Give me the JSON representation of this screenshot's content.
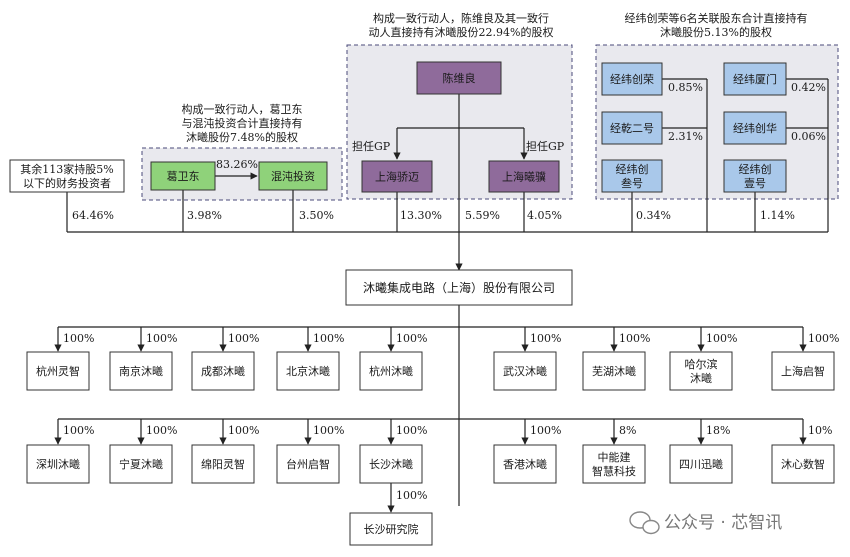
{
  "groups": {
    "ge_note": [
      "构成一致行动人，葛卫东",
      "与混沌投资合计直接持有",
      "沐曦股份7.48%的股权"
    ],
    "chen_note": [
      "构成一致行动人，陈维良及其一致行",
      "动人直接持有沐曦股份22.94%的股权"
    ],
    "jingwei_note": [
      "经纬创荣等6名关联股东合计直接持有",
      "沐曦股份5.13%的股权"
    ]
  },
  "shareholders": {
    "others": {
      "label": [
        "其余113家持股5%",
        "以下的财务投资者"
      ],
      "pct": "64.46%"
    },
    "ge": {
      "label": "葛卫东",
      "pct": "3.98%",
      "to_hundun": "83.26%"
    },
    "hundun": {
      "label": "混沌投资",
      "pct": "3.50%"
    },
    "chen": {
      "label": "陈维良",
      "pct": "5.59%"
    },
    "qiaomai": {
      "label": "上海骄迈",
      "pct": "13.30%",
      "role": "担任GP"
    },
    "xiqi": {
      "label": "上海曦骥",
      "pct": "4.05%",
      "role": "担任GP"
    },
    "jingwei": [
      {
        "label": [
          "经纬创荣"
        ],
        "pct": "0.85%"
      },
      {
        "label": [
          "经纬厦门"
        ],
        "pct": "0.42%"
      },
      {
        "label": [
          "经乾二号"
        ],
        "pct": "2.31%"
      },
      {
        "label": [
          "经纬创华"
        ],
        "pct": "0.06%"
      },
      {
        "label": [
          "经纬创",
          "叁号"
        ],
        "pct": "0.34%"
      },
      {
        "label": [
          "经纬创",
          "壹号"
        ],
        "pct": "1.14%"
      }
    ]
  },
  "company": "沐曦集成电路（上海）股份有限公司",
  "subsidiaries_row1": [
    {
      "label": [
        "杭州灵智"
      ],
      "pct": "100%"
    },
    {
      "label": [
        "南京沐曦"
      ],
      "pct": "100%"
    },
    {
      "label": [
        "成都沐曦"
      ],
      "pct": "100%"
    },
    {
      "label": [
        "北京沐曦"
      ],
      "pct": "100%"
    },
    {
      "label": [
        "杭州沐曦"
      ],
      "pct": "100%"
    },
    {
      "label": [
        "武汉沐曦"
      ],
      "pct": "100%"
    },
    {
      "label": [
        "芜湖沐曦"
      ],
      "pct": "100%"
    },
    {
      "label": [
        "哈尔滨",
        "沐曦"
      ],
      "pct": "100%"
    },
    {
      "label": [
        "上海启智"
      ],
      "pct": "100%"
    }
  ],
  "subsidiaries_row2": [
    {
      "label": [
        "深圳沐曦"
      ],
      "pct": "100%"
    },
    {
      "label": [
        "宁夏沐曦"
      ],
      "pct": "100%"
    },
    {
      "label": [
        "绵阳灵智"
      ],
      "pct": "100%"
    },
    {
      "label": [
        "台州启智"
      ],
      "pct": "100%"
    },
    {
      "label": [
        "长沙沐曦"
      ],
      "pct": "100%"
    },
    {
      "label": [
        "香港沐曦"
      ],
      "pct": "100%"
    },
    {
      "label": [
        "中能建",
        "智慧科技"
      ],
      "pct": "8%"
    },
    {
      "label": [
        "四川迅曦"
      ],
      "pct": "18%"
    },
    {
      "label": [
        "沐心数智"
      ],
      "pct": "10%"
    }
  ],
  "grandchild": {
    "label": "长沙研究院",
    "pct": "100%"
  },
  "watermark": "公众号 · 芯智讯",
  "colors": {
    "line": "#222222",
    "green": "#8fd27a",
    "purple": "#8f6b9b",
    "blue": "#a9c8ea",
    "groupbg": "#e9e9ee",
    "dash": "#4a4a7a"
  }
}
